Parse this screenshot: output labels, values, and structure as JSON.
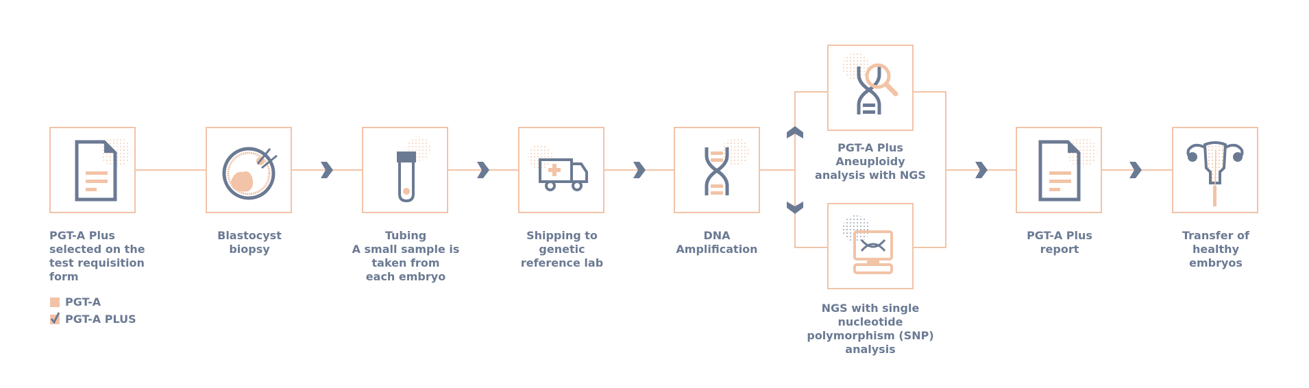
{
  "colors": {
    "accent": "#f2c3a6",
    "primary": "#6b7a93",
    "background": "#ffffff"
  },
  "steps": [
    {
      "id": "requisition",
      "icon": "document-icon",
      "lines": [
        "PGT-A Plus",
        "selected on the",
        "test requisition",
        "form"
      ]
    },
    {
      "id": "biopsy",
      "icon": "blastocyst-biopsy-icon",
      "lines": [
        "Blastocyst",
        "biopsy"
      ]
    },
    {
      "id": "tubing",
      "icon": "test-tube-icon",
      "lines": [
        "Tubing",
        "A small sample is",
        "taken from",
        "each embryo"
      ]
    },
    {
      "id": "shipping",
      "icon": "ambulance-truck-icon",
      "lines": [
        "Shipping to",
        "genetic",
        "reference lab"
      ]
    },
    {
      "id": "amplification",
      "icon": "dna-icon",
      "lines": [
        "DNA",
        "Amplification"
      ]
    },
    {
      "id": "aneuploidy",
      "icon": "dna-magnifier-icon",
      "lines": [
        "PGT-A Plus",
        "Aneuploidy",
        "analysis with NGS"
      ]
    },
    {
      "id": "snp",
      "icon": "computer-dna-icon",
      "lines": [
        "NGS with single",
        "nucleotide",
        "polymorphism (SNP)",
        "analysis"
      ]
    },
    {
      "id": "report",
      "icon": "document-icon",
      "lines": [
        "PGT-A Plus",
        "report"
      ]
    },
    {
      "id": "transfer",
      "icon": "uterus-icon",
      "lines": [
        "Transfer of",
        "healthy",
        "embryos"
      ]
    }
  ],
  "checkboxes": [
    {
      "label": "PGT-A",
      "checked": false
    },
    {
      "label": "PGT-A PLUS",
      "checked": true
    }
  ]
}
